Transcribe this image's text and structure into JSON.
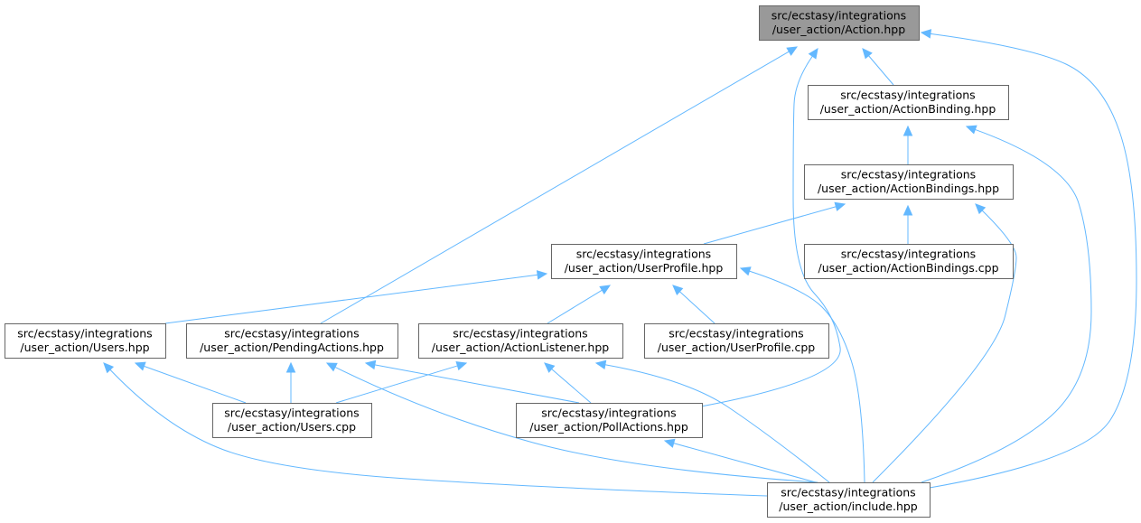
{
  "colors": {
    "edge": "#63b8ff",
    "node_border": "#666666",
    "node_fill": "#ffffff",
    "root_fill": "#999999",
    "text": "#000000"
  },
  "nodes": [
    {
      "id": "action_hpp",
      "line1": "src/ecstasy/integrations",
      "line2": "/user_action/Action.hpp",
      "root": true
    },
    {
      "id": "actionbinding_hpp",
      "line1": "src/ecstasy/integrations",
      "line2": "/user_action/ActionBinding.hpp",
      "root": false
    },
    {
      "id": "actionbindings_hpp",
      "line1": "src/ecstasy/integrations",
      "line2": "/user_action/ActionBindings.hpp",
      "root": false
    },
    {
      "id": "userprofile_hpp",
      "line1": "src/ecstasy/integrations",
      "line2": "/user_action/UserProfile.hpp",
      "root": false
    },
    {
      "id": "actionbindings_cpp",
      "line1": "src/ecstasy/integrations",
      "line2": "/user_action/ActionBindings.cpp",
      "root": false
    },
    {
      "id": "users_hpp",
      "line1": "src/ecstasy/integrations",
      "line2": "/user_action/Users.hpp",
      "root": false
    },
    {
      "id": "pendingactions_hpp",
      "line1": "src/ecstasy/integrations",
      "line2": "/user_action/PendingActions.hpp",
      "root": false
    },
    {
      "id": "actionlistener_hpp",
      "line1": "src/ecstasy/integrations",
      "line2": "/user_action/ActionListener.hpp",
      "root": false
    },
    {
      "id": "userprofile_cpp",
      "line1": "src/ecstasy/integrations",
      "line2": "/user_action/UserProfile.cpp",
      "root": false
    },
    {
      "id": "users_cpp",
      "line1": "src/ecstasy/integrations",
      "line2": "/user_action/Users.cpp",
      "root": false
    },
    {
      "id": "pollactions_hpp",
      "line1": "src/ecstasy/integrations",
      "line2": "/user_action/PollActions.hpp",
      "root": false
    },
    {
      "id": "include_hpp",
      "line1": "src/ecstasy/integrations",
      "line2": "/user_action/include.hpp",
      "root": false
    }
  ],
  "edges": [
    {
      "from": "actionbinding_hpp",
      "to": "action_hpp"
    },
    {
      "from": "pendingactions_hpp",
      "to": "action_hpp"
    },
    {
      "from": "pollactions_hpp",
      "to": "action_hpp"
    },
    {
      "from": "include_hpp",
      "to": "action_hpp"
    },
    {
      "from": "actionbindings_hpp",
      "to": "actionbinding_hpp"
    },
    {
      "from": "include_hpp",
      "to": "actionbinding_hpp"
    },
    {
      "from": "userprofile_hpp",
      "to": "actionbindings_hpp"
    },
    {
      "from": "actionbindings_cpp",
      "to": "actionbindings_hpp"
    },
    {
      "from": "include_hpp",
      "to": "actionbindings_hpp"
    },
    {
      "from": "users_hpp",
      "to": "userprofile_hpp"
    },
    {
      "from": "actionlistener_hpp",
      "to": "userprofile_hpp"
    },
    {
      "from": "userprofile_cpp",
      "to": "userprofile_hpp"
    },
    {
      "from": "include_hpp",
      "to": "userprofile_hpp"
    },
    {
      "from": "users_cpp",
      "to": "users_hpp"
    },
    {
      "from": "include_hpp",
      "to": "users_hpp"
    },
    {
      "from": "users_cpp",
      "to": "pendingactions_hpp"
    },
    {
      "from": "pollactions_hpp",
      "to": "pendingactions_hpp"
    },
    {
      "from": "include_hpp",
      "to": "pendingactions_hpp"
    },
    {
      "from": "users_cpp",
      "to": "actionlistener_hpp"
    },
    {
      "from": "pollactions_hpp",
      "to": "actionlistener_hpp"
    },
    {
      "from": "include_hpp",
      "to": "actionlistener_hpp"
    },
    {
      "from": "include_hpp",
      "to": "pollactions_hpp"
    }
  ]
}
